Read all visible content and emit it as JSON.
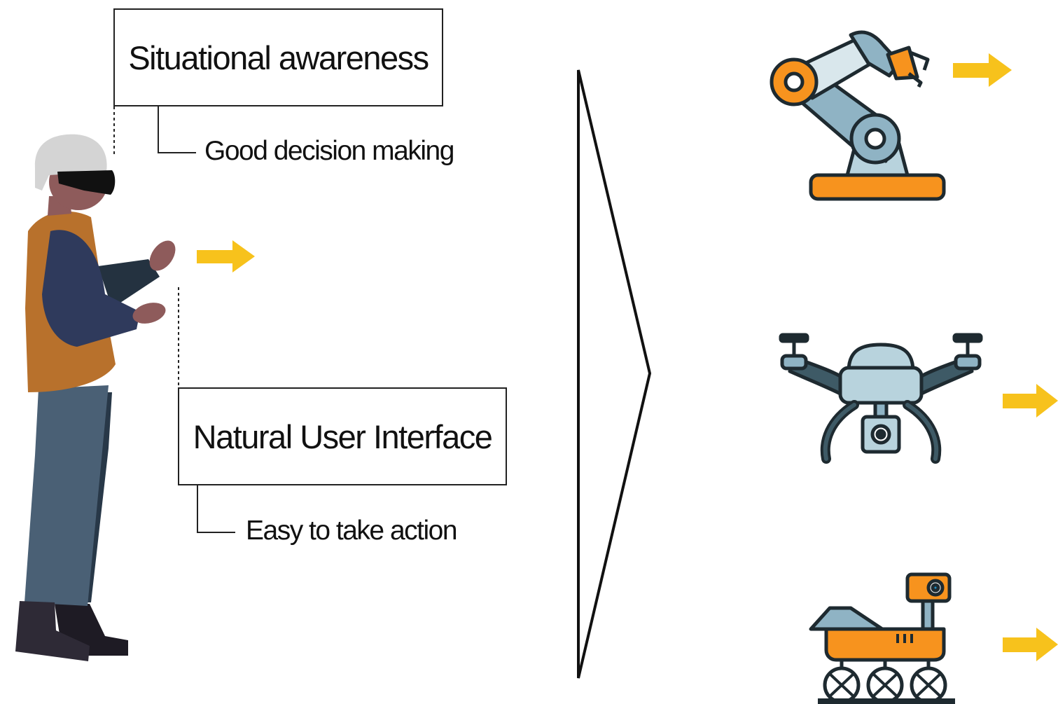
{
  "labels": {
    "situational_awareness": "Situational awareness",
    "good_decision_making": "Good decision making",
    "natural_user_interface": "Natural User Interface",
    "easy_to_take_action": "Easy to take action"
  },
  "colors": {
    "arrow": "#F7C21C",
    "orange": "#F7931E",
    "vest": "#B8712C",
    "skin": "#8E5B5B",
    "sleeve": "#2F3A5C",
    "pants": "#4A6075",
    "helmet": "#D4D4D4",
    "robot_gray": "#8FB3C4",
    "drone_body": "#B8D3DD",
    "outline": "#1E2A30"
  },
  "icons": [
    "vr-user-figure",
    "robotic-arm-icon",
    "drone-icon",
    "rover-icon",
    "right-arrow-icon",
    "chevron-shape"
  ]
}
